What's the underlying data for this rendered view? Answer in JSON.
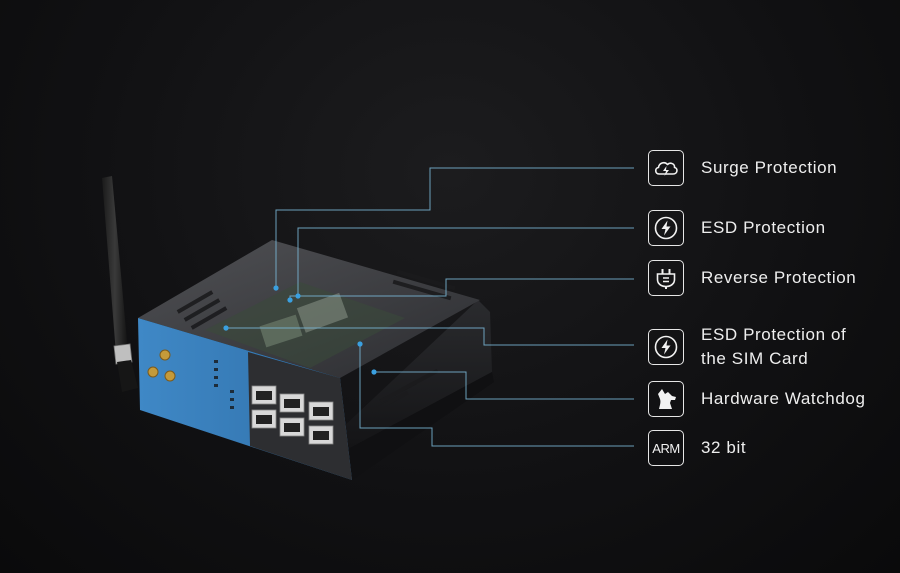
{
  "features": [
    {
      "icon": "surge-cloud-bolt-icon",
      "lines": [
        "Surge Protection"
      ]
    },
    {
      "icon": "esd-bolt-icon",
      "lines": [
        "ESD Protection"
      ]
    },
    {
      "icon": "power-plug-icon",
      "lines": [
        "Reverse Protection"
      ]
    },
    {
      "icon": "sim-bolt-icon",
      "lines": [
        "ESD Protection of",
        "the SIM Card"
      ]
    },
    {
      "icon": "dog-head-icon",
      "lines": [
        "Hardware Watchdog"
      ]
    },
    {
      "icon": "arm-chip-icon",
      "badge": "ARM",
      "lines": [
        "32 bit"
      ]
    }
  ],
  "colors": {
    "background": "#111113",
    "callout_line": "#7ab8d8",
    "callout_dot": "#3aa0e0",
    "device_blue": "#3b84c2",
    "text": "#eeeeee"
  }
}
